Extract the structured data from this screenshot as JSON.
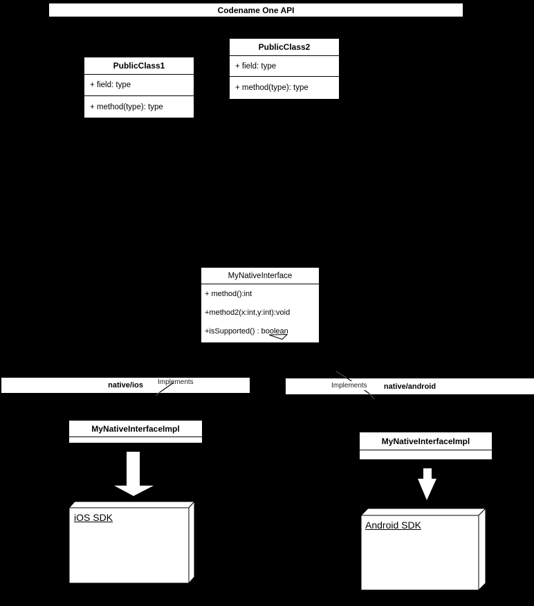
{
  "banner": {
    "title": "Codename One API"
  },
  "classes": {
    "public_class_1": {
      "name": "PublicClass1",
      "members": [
        "+ field: type",
        "+ method(type): type"
      ]
    },
    "public_class_2": {
      "name": "PublicClass2",
      "members": [
        "+ field: type",
        "+ method(type): type"
      ]
    },
    "my_native_interface": {
      "name": "MyNativeInterface",
      "members": [
        "+ method():int",
        "+method2(x:int,y:int):void",
        "+isSupported() : boolean"
      ]
    },
    "impl_ios": {
      "name": "MyNativeInterfaceImpl"
    },
    "impl_android": {
      "name": "MyNativeInterfaceImpl"
    }
  },
  "packages": {
    "ios": {
      "name": "native/ios",
      "implements_label": "Implements"
    },
    "android": {
      "name": "native/android",
      "implements_label": "Implements"
    }
  },
  "nodes": {
    "ios_sdk": {
      "label": "iOS SDK"
    },
    "android_sdk": {
      "label": "Android SDK"
    }
  },
  "icons": {
    "realization_triangle": "hollow-triangle-arrowhead",
    "down_arrow_ios": "big-down-arrow",
    "down_arrow_android": "big-down-arrow"
  },
  "colors": {
    "background": "#000000",
    "box_fill": "#ffffff",
    "line": "#000000",
    "faint_line": "#4a4a4a"
  }
}
